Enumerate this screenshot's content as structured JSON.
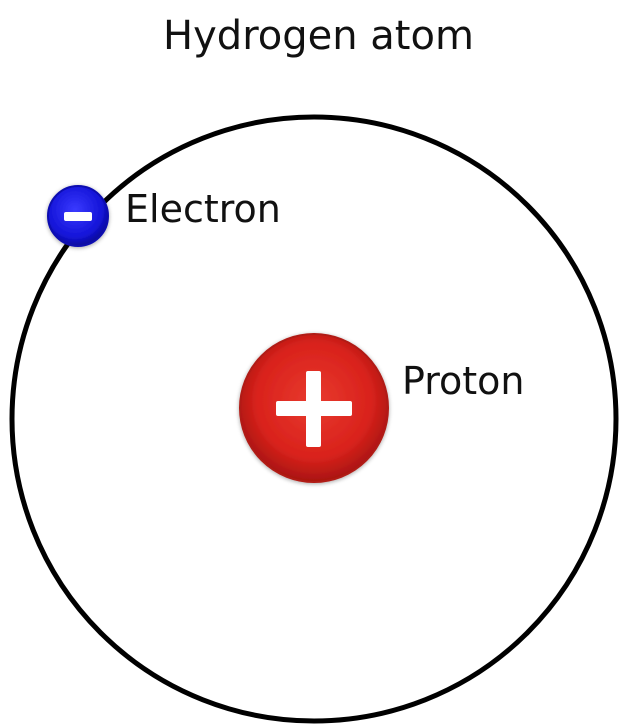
{
  "title": "Hydrogen atom",
  "labels": {
    "electron": "Electron",
    "proton": "Proton"
  },
  "particles": {
    "electron": {
      "symbol": "−",
      "color": "#1414d8",
      "icon": "minus-icon"
    },
    "proton": {
      "symbol": "+",
      "color": "#d9221c",
      "icon": "plus-icon"
    }
  },
  "colors": {
    "orbit": "#000000",
    "text": "#111111",
    "background": "#ffffff"
  }
}
